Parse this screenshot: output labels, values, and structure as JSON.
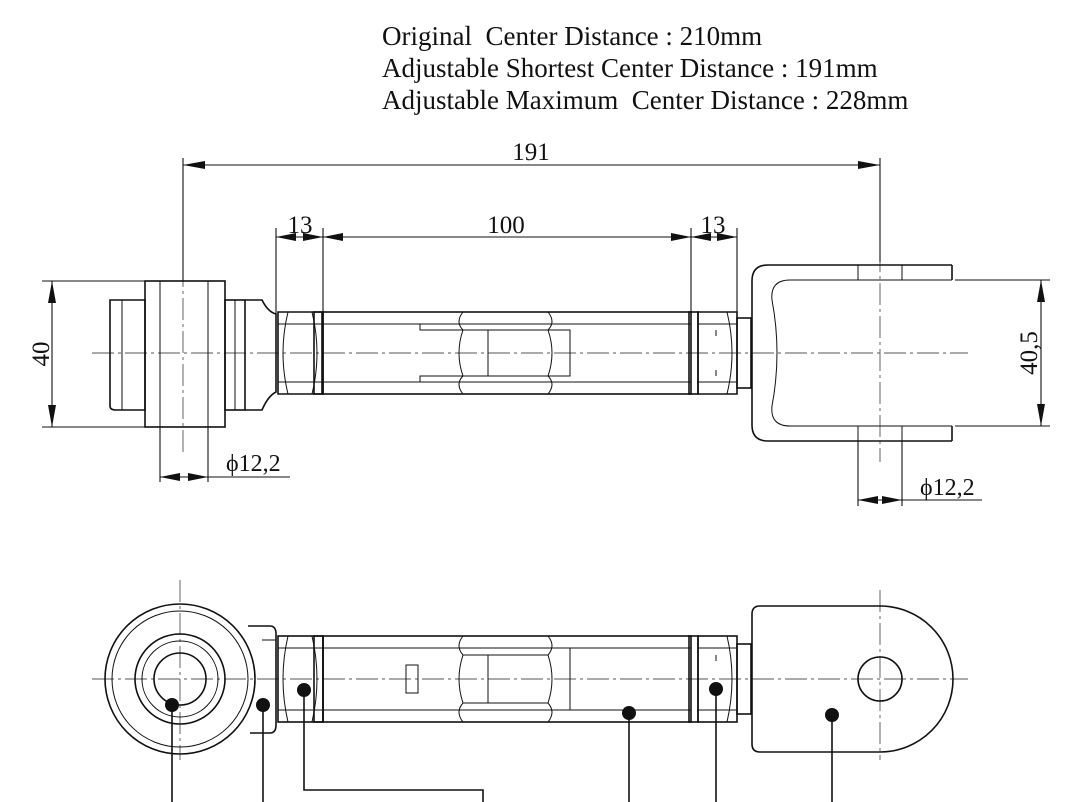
{
  "specs": {
    "original": "Original  Center Distance : 210mm",
    "shortest": "Adjustable Shortest Center Distance : 191mm",
    "maximum": "Adjustable Maximum  Center Distance : 228mm"
  },
  "dimensions": {
    "overall_length": "191",
    "nut_left": "13",
    "thread_length": "100",
    "nut_right": "13",
    "bushing_width": "40",
    "clevis_width": "40,5",
    "bore_left": "ϕ12,2",
    "bore_right": "ϕ12,2"
  }
}
